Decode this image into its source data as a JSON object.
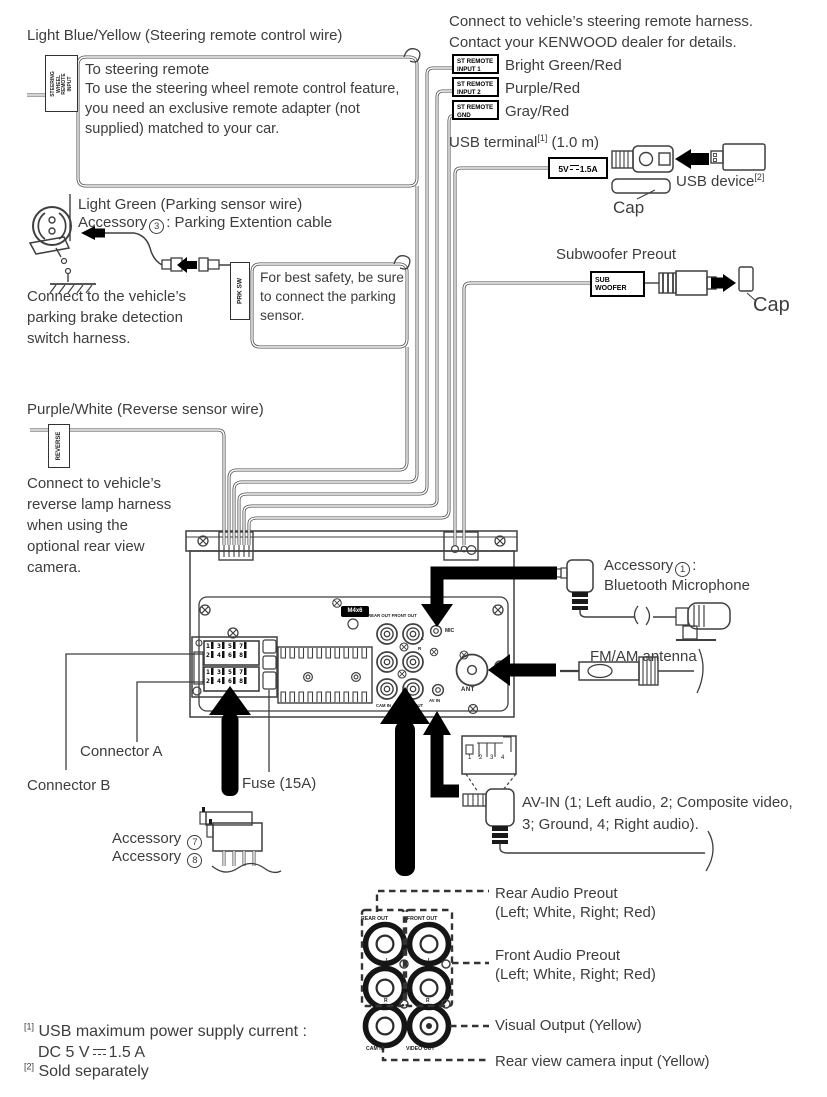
{
  "steering": {
    "label": "Light Blue/Yellow (Steering remote control wire)",
    "box_lines": [
      "STEERING",
      "WHEEL",
      "REMOTE",
      "INPUT"
    ],
    "callout_title": "To steering remote",
    "callout_lines": [
      "To use the steering wheel remote control feature,",
      "you need an exclusive remote adapter (not",
      "supplied) matched to your car."
    ]
  },
  "remote": {
    "note1": "Connect to vehicle’s steering remote harness.",
    "note2": "Contact your KENWOOD dealer for details.",
    "items": [
      {
        "l1": "ST REMOTE",
        "l2": "INPUT 1",
        "wire": "Bright Green/Red"
      },
      {
        "l1": "ST REMOTE",
        "l2": "INPUT 2",
        "wire": "Purple/Red"
      },
      {
        "l1": "ST REMOTE",
        "l2": "GND",
        "wire": "Gray/Red"
      }
    ]
  },
  "usb": {
    "pre": "USB terminal",
    "sup": "[1]",
    "post": " (1.0 m)",
    "v": "5V",
    "a": "1.5A",
    "device": "USB device",
    "device_sup": "[2]",
    "cap": "Cap"
  },
  "sub": {
    "label": "Subwoofer Preout",
    "box1": "SUB",
    "box2": "WOOFER",
    "cap": "Cap"
  },
  "park": {
    "label": "Light Green (Parking sensor wire)",
    "acc_pre": "Accessory",
    "acc_num": "3",
    "acc_post": ": Parking Extention cable",
    "box": "PRK SW",
    "callout_lines": [
      "For best safety, be sure",
      "to connect the parking",
      "sensor."
    ],
    "note_lines": [
      "Connect to the vehicle’s",
      "parking brake detection",
      "switch harness."
    ]
  },
  "rev": {
    "label": "Purple/White (Reverse sensor wire)",
    "box": "REVERSE",
    "note_lines": [
      "Connect to vehicle’s",
      "reverse lamp harness",
      "when using the",
      "optional rear view",
      "camera."
    ]
  },
  "bt": {
    "acc_pre": "Accessory",
    "acc_num": "1",
    "acc_colon": ":",
    "label": "Bluetooth Microphone"
  },
  "ant": {
    "label": "FM/AM antenna"
  },
  "avin": {
    "pins": "1 2 3 4",
    "line1": "AV-IN (1; Left audio, 2; Composite video,",
    "line2": "3; Ground, 4; Right audio)."
  },
  "unit": {
    "m4x6": "M4x6",
    "rf": "REAR OUT FRONT OUT",
    "mic": "MIC",
    "l": "L",
    "r": "R",
    "ant": "ANT",
    "avin": "AV IN",
    "cam": "CAM IN",
    "video": "VIDEO OUT",
    "pr1": "1 3 5 7",
    "pr2": "2 4 6 8"
  },
  "conn": {
    "a": "Connector A",
    "b": "Connector B",
    "fuse": "Fuse (15A)",
    "acc_pre": "Accessory",
    "acc7": "7",
    "acc8": "8"
  },
  "pre": {
    "rear": "REAR OUT",
    "front": "FRONT OUT",
    "cam": "CAM IN",
    "video": "VIDEO OUT",
    "l": "L",
    "r": "R",
    "rl1": "Rear Audio Preout",
    "rl2": "(Left; White, Right; Red)",
    "fl1": "Front Audio Preout",
    "fl2": "(Left; White, Right; Red)",
    "vis": "Visual Output (Yellow)",
    "camlab": "Rear view camera input (Yellow)"
  },
  "fn": {
    "s1": "[1]",
    "t1": "USB maximum power supply current :",
    "dc_pre": "DC 5 V",
    "dc_post": "1.5 A",
    "s2": "[2]",
    "t2": "Sold separately"
  }
}
